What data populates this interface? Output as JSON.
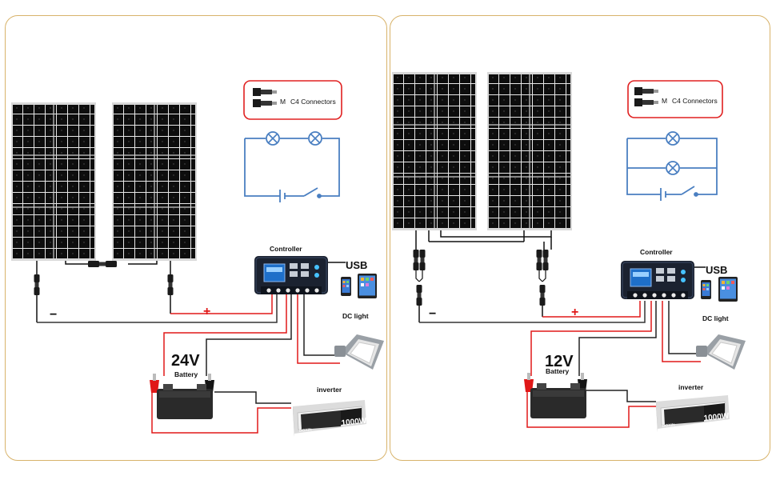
{
  "left": {
    "connectors_label": "C4 Connectors",
    "connectors_prefix": "M",
    "minus": "−",
    "plus": "+",
    "controller": "Controller",
    "usb": "USB",
    "dc_light": "DC light",
    "voltage": "24V",
    "battery": "Battery",
    "inverter": "inverter",
    "inverter_display": "1000W",
    "inverter_brand": "DOXIN"
  },
  "right": {
    "connectors_label": "C4 Connectors",
    "connectors_prefix": "M",
    "minus": "−",
    "plus": "+",
    "controller": "Controller",
    "usb": "USB",
    "dc_light": "DC light",
    "voltage": "12V",
    "battery": "Battery",
    "inverter": "inverter",
    "inverter_display": "1000W",
    "inverter_brand": "DOXIN"
  },
  "colors": {
    "frame": "#d8b36a",
    "callout": "#e02020",
    "schematic": "#4a7fc1",
    "wire_red": "#e01818",
    "wire_black": "#222222",
    "panel_cell": "#111111",
    "lcd": "#1e6fc9"
  }
}
